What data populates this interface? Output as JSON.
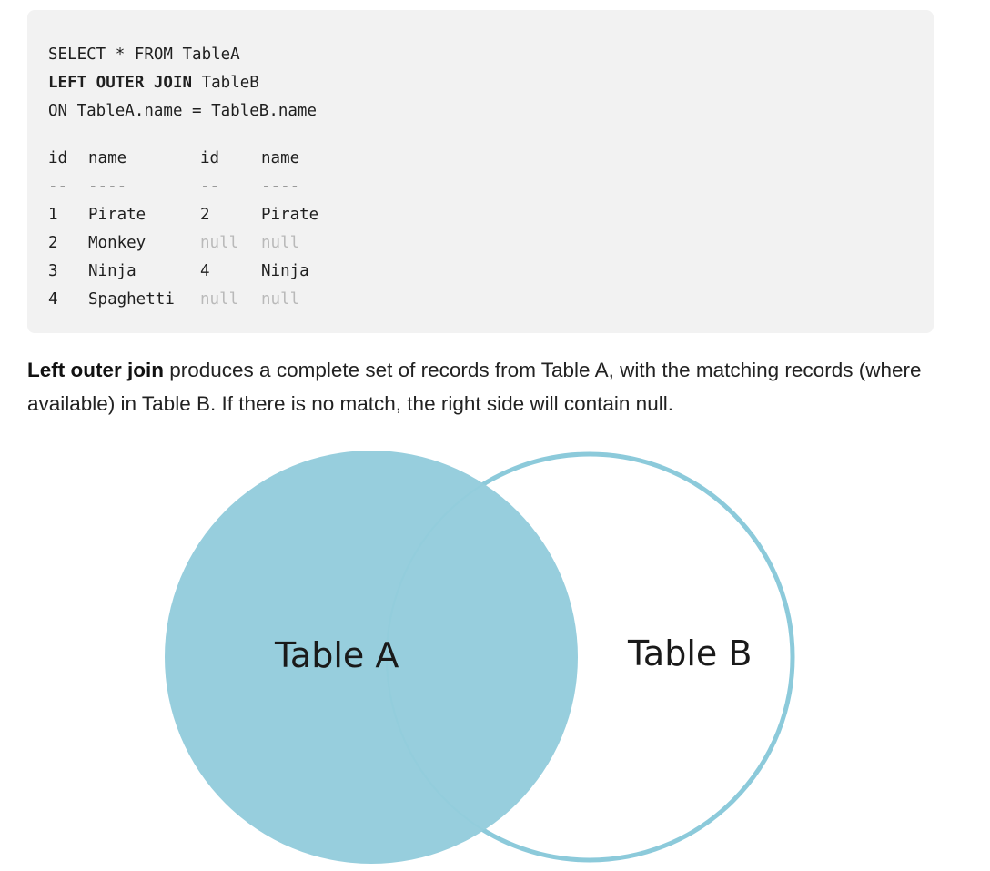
{
  "code": {
    "query": {
      "line1": "SELECT * FROM TableA",
      "line2_keyword": "LEFT OUTER JOIN",
      "line2_rest": " TableB",
      "line3": "ON TableA.name = TableB.name"
    },
    "result": {
      "headers": [
        "id",
        "name",
        "id",
        "name"
      ],
      "separators": [
        "--",
        "----",
        "--",
        "----"
      ],
      "rows": [
        [
          "1",
          "Pirate",
          "2",
          "Pirate"
        ],
        [
          "2",
          "Monkey",
          "null",
          "null"
        ],
        [
          "3",
          "Ninja",
          "4",
          "Ninja"
        ],
        [
          "4",
          "Spaghetti",
          "null",
          "null"
        ]
      ]
    }
  },
  "description": {
    "term": "Left outer join",
    "text": " produces a complete set of records from Table A, with the matching records (where available) in Table B. If there is no match, the right side will contain null."
  },
  "diagram": {
    "left_label": "Table A",
    "right_label": "Table B",
    "fill_color": "#97cedd",
    "stroke_color": "#8ccadb"
  }
}
